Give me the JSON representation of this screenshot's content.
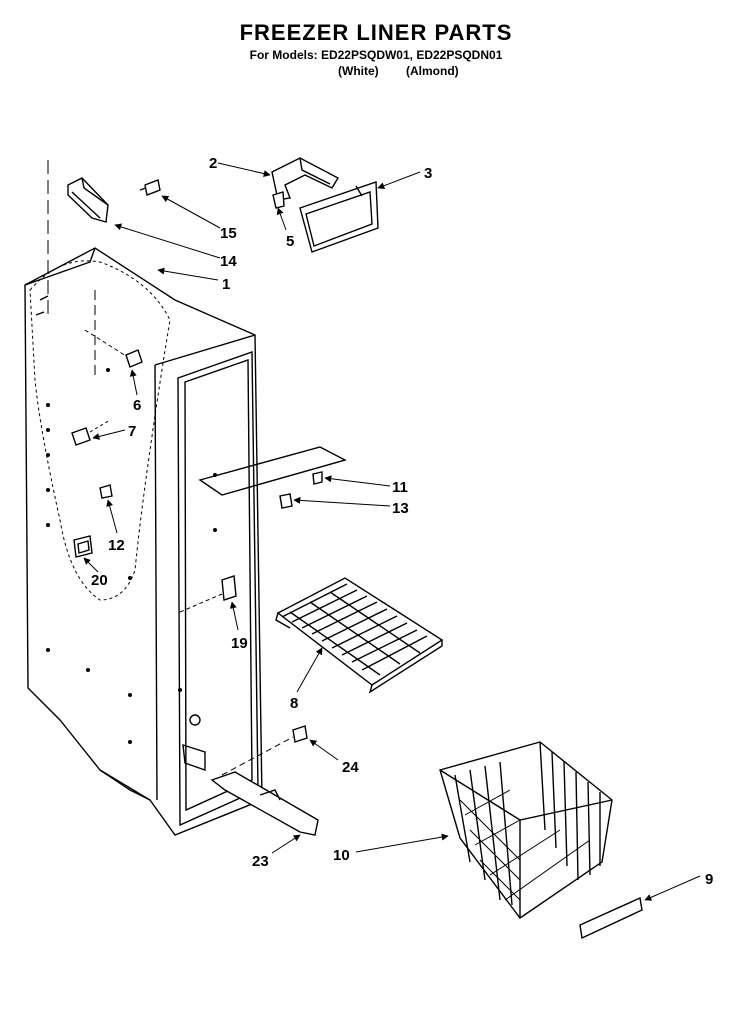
{
  "title": "FREEZER LINER PARTS",
  "models_line": "For Models: ED22PSQDW01, ED22PSQDN01",
  "color_white": "(White)",
  "color_almond": "(Almond)",
  "callouts": {
    "p1": "1",
    "p2": "2",
    "p3": "3",
    "p5": "5",
    "p6": "6",
    "p7": "7",
    "p8": "8",
    "p9": "9",
    "p10": "10",
    "p11": "11",
    "p12": "12",
    "p13": "13",
    "p14": "14",
    "p15": "15",
    "p19": "19",
    "p20": "20",
    "p23": "23",
    "p24": "24"
  }
}
